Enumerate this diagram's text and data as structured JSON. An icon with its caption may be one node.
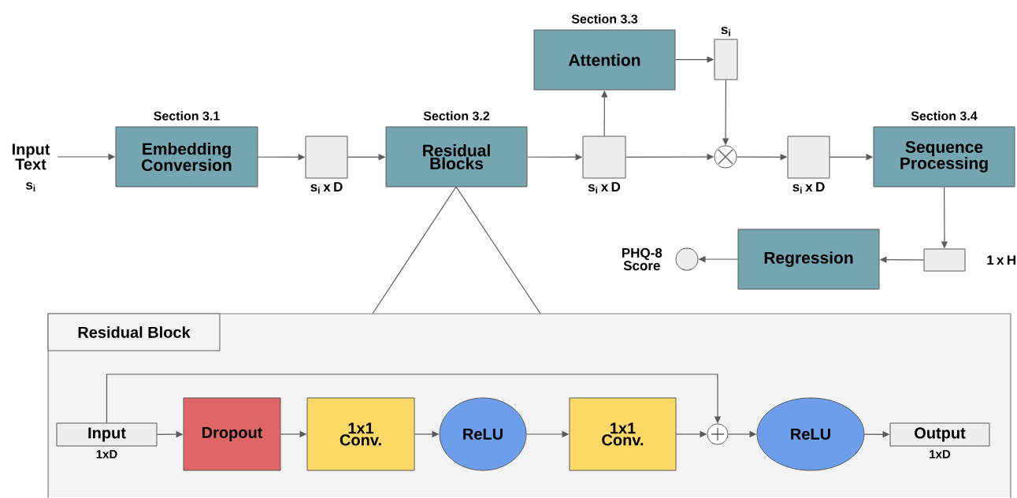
{
  "diagram": {
    "nodes": [
      {
        "text": [
          "Input Text"
        ],
        "beside": [
          "s$_{i}$"
        ]
      },
      {
        "text": [
          "Section 3.1",
          "Embedding Conversion"
        ]
      },
      {
        "text": [],
        "shape": "box",
        "beside": [
          "s$_{i}$ x D"
        ]
      },
      {
        "text": [
          "Section 3.2",
          "Residual Blocks"
        ]
      },
      {
        "text": [],
        "shape": "box",
        "beside": [
          "s$_{i}$ x D"
        ]
      },
      {
        "text": [
          "Section 3.3",
          "Attention"
        ]
      },
      {
        "text": [],
        "shape": "box",
        "beside": [
          "s$_{i}$"
        ]
      },
      {
        "text": [],
        "shape": "circle"
      },
      {
        "text": [],
        "shape": "box",
        "beside": [
          "s$_{i}$ x D"
        ]
      },
      {
        "text": [
          "Section 3.4",
          "Sequence Processing"
        ]
      },
      {
        "text": [],
        "shape": "box",
        "beside": [
          "1 x H"
        ]
      },
      {
        "text": [
          "Regression"
        ]
      },
      {
        "text": [],
        "shape": "circle",
        "beside": [
          "PHQ-8 Score"
        ]
      },
      {
        "text": [
          "Residual Block"
        ]
      },
      {
        "text": [
          "Input"
        ],
        "in": 13,
        "beside": [
          "1xD"
        ]
      },
      {
        "text": [
          "Dropout"
        ],
        "in": 13
      },
      {
        "text": [
          "1x1 Conv."
        ],
        "in": 13
      },
      {
        "text": [
          "ReLU"
        ],
        "in": 13
      },
      {
        "text": [
          "1x1 Conv."
        ],
        "in": 13
      },
      {
        "text": [],
        "shape": "circle",
        "in": 13
      },
      {
        "text": [
          "ReLU"
        ],
        "in": 13
      },
      {
        "text": [
          "Output"
        ],
        "in": 13,
        "beside": [
          "1xD"
        ]
      }
    ],
    "edges": [
      {
        "from": 0,
        "to": 1,
        "arrow": "to"
      },
      {
        "from": 1,
        "to": 2,
        "arrow": "to"
      },
      {
        "from": 2,
        "to": 3,
        "arrow": "to"
      },
      {
        "from": 3,
        "to": 4,
        "arrow": "to"
      },
      {
        "from": 4,
        "to": 5,
        "arrow": "to"
      },
      {
        "from": 5,
        "to": 6,
        "arrow": "to"
      },
      {
        "from": 6,
        "to": 7,
        "arrow": "to"
      },
      {
        "from": 4,
        "to": 7,
        "arrow": "to"
      },
      {
        "from": 7,
        "to": 8,
        "arrow": "to"
      },
      {
        "from": 8,
        "to": 9,
        "arrow": "to"
      },
      {
        "from": 9,
        "to": 10,
        "arrow": "to"
      },
      {
        "from": 10,
        "to": 11,
        "arrow": "to"
      },
      {
        "from": 11,
        "to": 12,
        "arrow": "to"
      },
      {
        "from": 14,
        "to": 15,
        "arrow": "to"
      },
      {
        "from": 15,
        "to": 16,
        "arrow": "to"
      },
      {
        "from": 16,
        "to": 17,
        "arrow": "to"
      },
      {
        "from": 17,
        "to": 18,
        "arrow": "to"
      },
      {
        "from": 18,
        "to": 19,
        "arrow": "to"
      },
      {
        "from": 14,
        "to": 19,
        "arrow": "to"
      },
      {
        "from": 19,
        "to": 20,
        "arrow": "to"
      },
      {
        "from": 20,
        "to": 21,
        "arrow": "to"
      }
    ]
  }
}
